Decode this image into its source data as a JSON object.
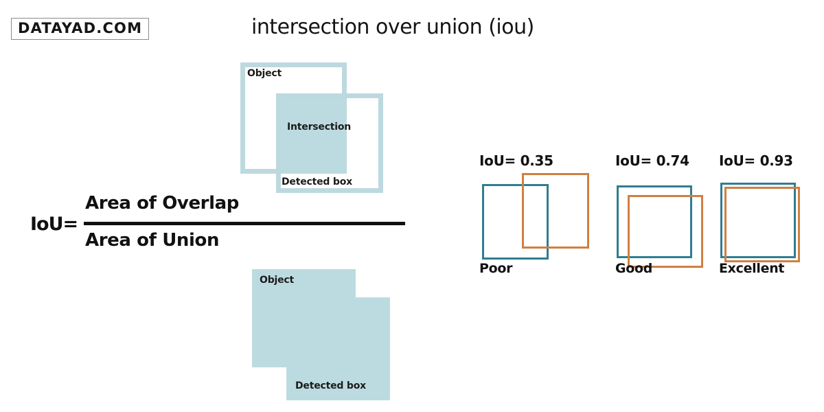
{
  "brand": {
    "logo_text": "DATAYAD.COM"
  },
  "header": {
    "title": "intersection over union (iou)"
  },
  "intersection_diagram": {
    "object_label": "Object",
    "intersection_label": "Intersection",
    "detected_label": "Detected box",
    "box_outline_color": "#bdd9e0",
    "intersection_fill_color": "#bcdbe1"
  },
  "formula": {
    "lhs": "IoU=",
    "numerator": "Area of Overlap",
    "denominator": "Area of Union"
  },
  "union_diagram": {
    "object_label": "Object",
    "detected_label": "Detected box",
    "fill_color": "#bcdbe1"
  },
  "examples": {
    "ground_truth_color": "#2f7d90",
    "prediction_color": "#cf7f41",
    "items": [
      {
        "value_label": "IoU= 0.35",
        "value": 0.35,
        "quality": "Poor"
      },
      {
        "value_label": "IoU= 0.74",
        "value": 0.74,
        "quality": "Good"
      },
      {
        "value_label": "IoU= 0.93",
        "value": 0.93,
        "quality": "Excellent"
      }
    ]
  }
}
